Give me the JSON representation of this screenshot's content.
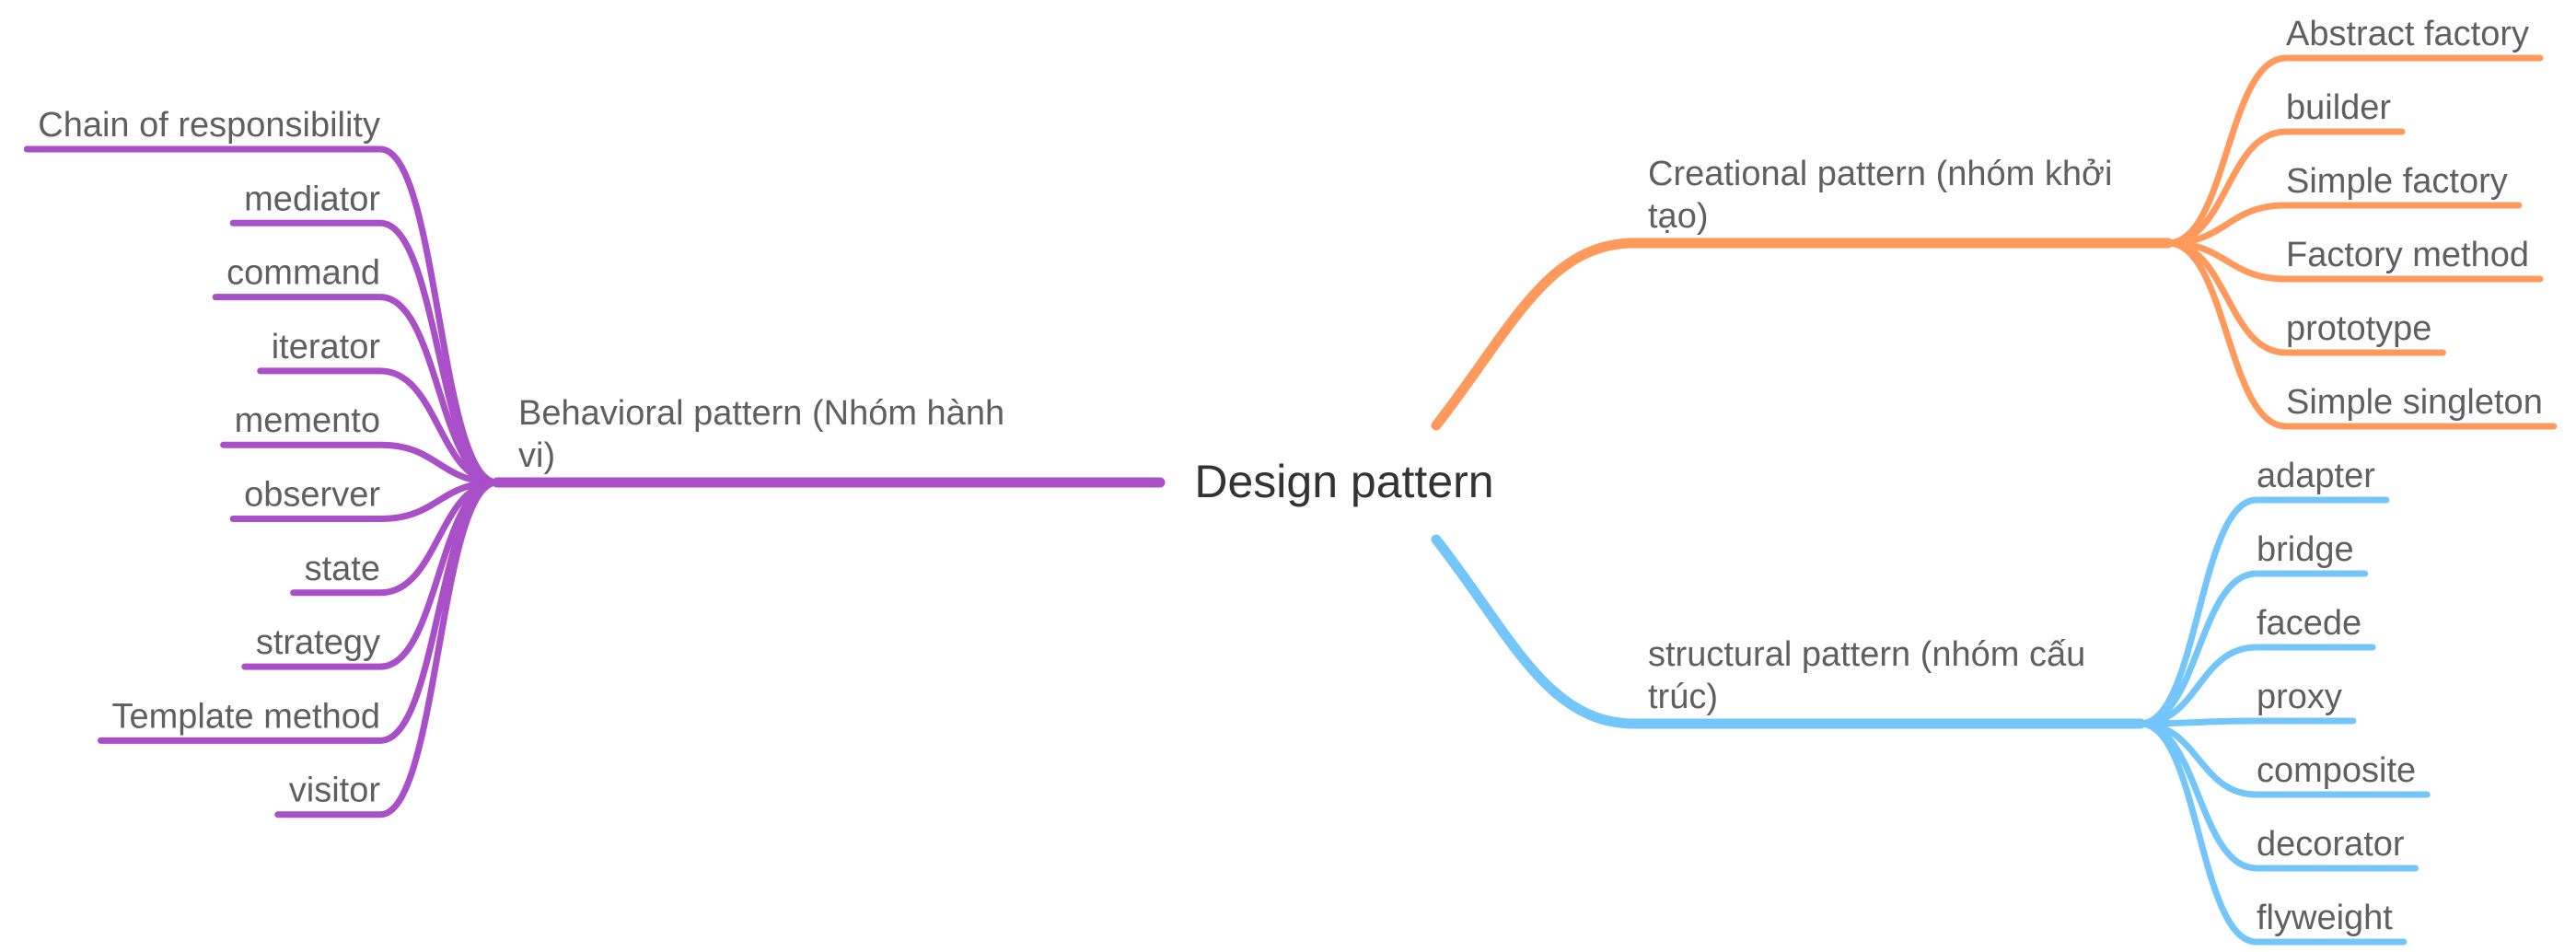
{
  "root": {
    "label": "Design pattern"
  },
  "branches": [
    {
      "key": "creational",
      "label_lines": [
        "Creational pattern (nhóm khởi",
        "tạo)"
      ],
      "color": "#FF9A5C",
      "children": [
        "Abstract factory",
        "builder",
        "Simple factory",
        "Factory method",
        "prototype",
        "Simple singleton"
      ]
    },
    {
      "key": "structural",
      "label_lines": [
        "structural pattern (nhóm cấu",
        "trúc)"
      ],
      "color": "#74C5FA",
      "children": [
        "adapter",
        "bridge",
        "facede",
        "proxy",
        "composite",
        "decorator",
        "flyweight"
      ]
    },
    {
      "key": "behavioral",
      "label_lines": [
        "Behavioral pattern (Nhóm hành",
        "vi)"
      ],
      "color": "#A94FC7",
      "children": [
        "Chain of responsibility",
        "mediator",
        "command",
        "iterator",
        "memento",
        "observer",
        "state",
        "strategy",
        "Template method",
        "visitor"
      ]
    }
  ]
}
